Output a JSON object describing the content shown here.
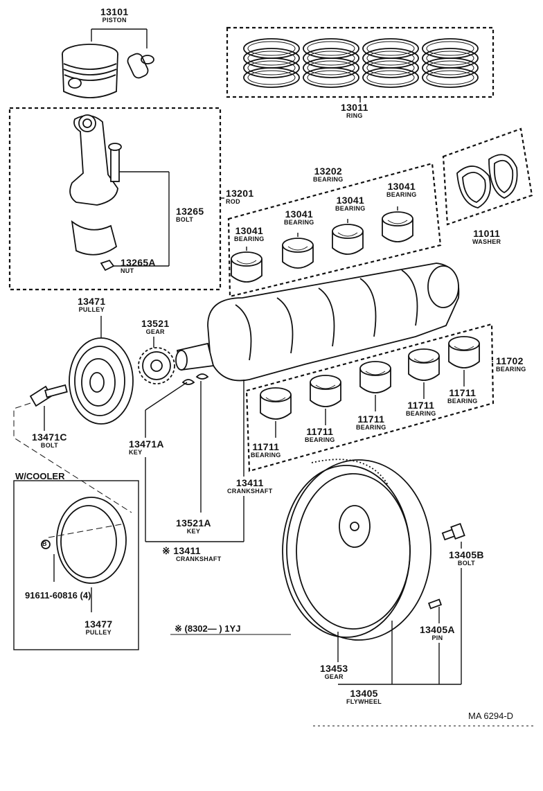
{
  "parts": {
    "piston": {
      "number": "13101",
      "name": "PISTON"
    },
    "ring": {
      "number": "13011",
      "name": "RING"
    },
    "rod": {
      "number": "13201",
      "name": "ROD"
    },
    "rod_bolt": {
      "number": "13265",
      "name": "BOLT"
    },
    "rod_nut": {
      "number": "13265A",
      "name": "NUT"
    },
    "rod_bearing_set": {
      "number": "13202",
      "name": "BEARING"
    },
    "rod_bearing_1": {
      "number": "13041",
      "name": "BEARING"
    },
    "rod_bearing_2": {
      "number": "13041",
      "name": "BEARING"
    },
    "rod_bearing_3": {
      "number": "13041",
      "name": "BEARING"
    },
    "rod_bearing_4": {
      "number": "13041",
      "name": "BEARING"
    },
    "washer": {
      "number": "11011",
      "name": "WASHER"
    },
    "pulley": {
      "number": "13471",
      "name": "PULLEY"
    },
    "gear": {
      "number": "13521",
      "name": "GEAR"
    },
    "main_bearing_set": {
      "number": "11702",
      "name": "BEARING"
    },
    "main_bearing_1": {
      "number": "11711",
      "name": "BEARING"
    },
    "main_bearing_2": {
      "number": "11711",
      "name": "BEARING"
    },
    "main_bearing_3": {
      "number": "11711",
      "name": "BEARING"
    },
    "main_bearing_4": {
      "number": "11711",
      "name": "BEARING"
    },
    "main_bearing_5": {
      "number": "11711",
      "name": "BEARING"
    },
    "pulley_bolt": {
      "number": "13471C",
      "name": "BOLT"
    },
    "key_a": {
      "number": "13471A",
      "name": "KEY"
    },
    "crankshaft": {
      "number": "13411",
      "name": "CRANKSHAFT"
    },
    "key_b": {
      "number": "13521A",
      "name": "KEY"
    },
    "crankshaft_alt": {
      "number": "13411",
      "name": "CRANKSHAFT",
      "mark": "※"
    },
    "flywheel_bolt": {
      "number": "13405B",
      "name": "BOLT"
    },
    "flywheel_pin": {
      "number": "13405A",
      "name": "PIN"
    },
    "ring_gear": {
      "number": "13453",
      "name": "GEAR"
    },
    "flywheel": {
      "number": "13405",
      "name": "FLYWHEEL"
    },
    "cooler_pulley": {
      "number": "13477",
      "name": "PULLEY"
    }
  },
  "cooler_group": {
    "title": "W/COOLER",
    "bolt_ref": "91611-60816 (4)",
    "bolt_marker": "B"
  },
  "note": "※ (8302—        ) 1YJ",
  "footer_code": "MA  6294-D"
}
